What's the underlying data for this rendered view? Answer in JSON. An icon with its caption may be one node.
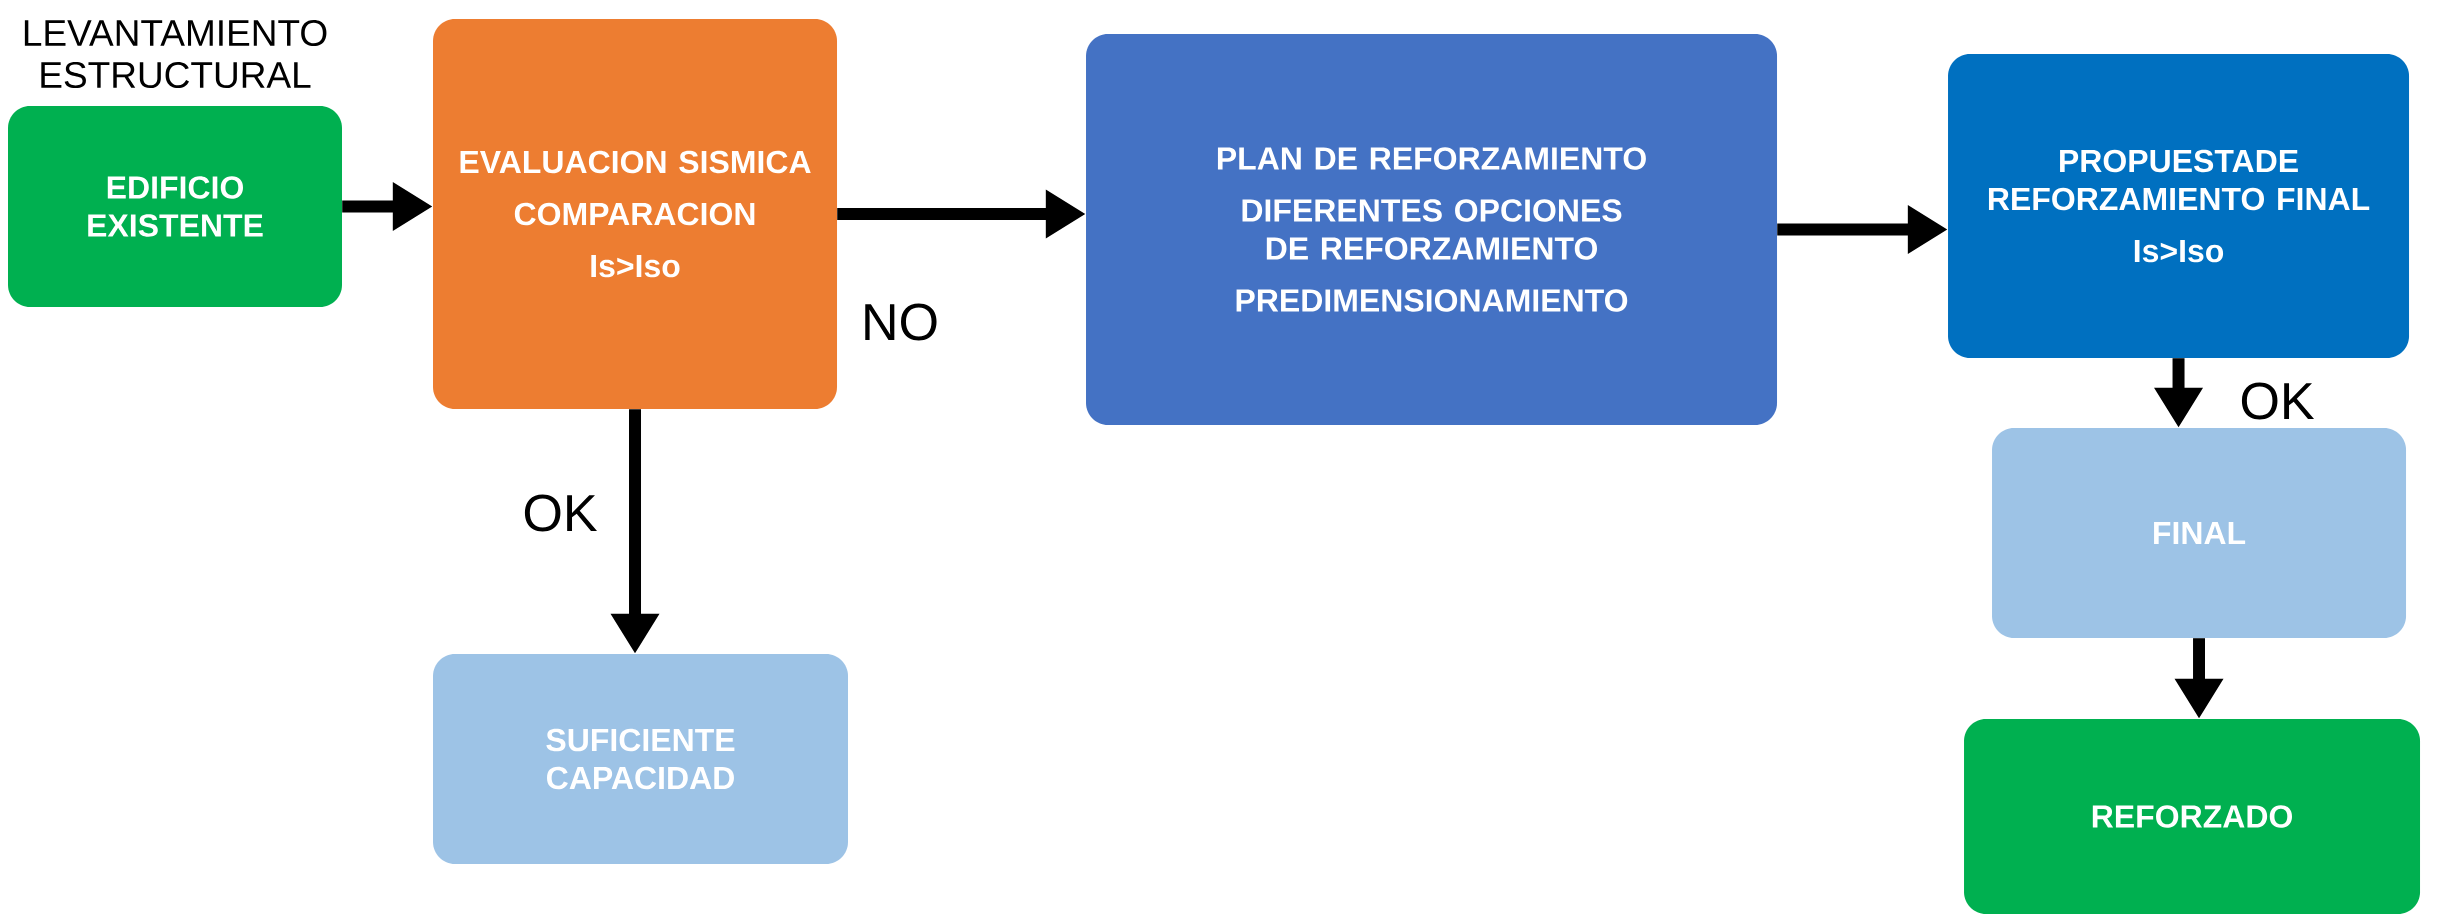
{
  "diagram": {
    "nodes": [
      {
        "text": [
          "EDIFICIO EXISTENTE"
        ],
        "beside": [
          "LEVANTAMIENTO ESTRUCTURAL"
        ]
      },
      {
        "text": [
          "EVALUACION SISMICA",
          "COMPARACION",
          "Is>Iso"
        ]
      },
      {
        "text": [
          "PLAN DE REFORZAMIENTO",
          "DIFERENTES OPCIONES DE REFORZAMIENTO",
          "PREDIMENSIONAMIENTO"
        ]
      },
      {
        "text": [
          "PROPUESTADE REFORZAMIENTO FINAL",
          "Is>Iso"
        ]
      },
      {
        "text": [
          "SUFICIENTE CAPACIDAD"
        ]
      },
      {
        "text": [
          "FINAL"
        ]
      },
      {
        "text": [
          "REFORZADO"
        ]
      }
    ],
    "edges": [
      {
        "from": 0,
        "to": 1,
        "arrow": "to"
      },
      {
        "from": 1,
        "to": 2,
        "arrow": "to",
        "label": "NO"
      },
      {
        "from": 1,
        "to": 4,
        "arrow": "to",
        "label": "OK"
      },
      {
        "from": 2,
        "to": 3,
        "arrow": "to"
      },
      {
        "from": 3,
        "to": 5,
        "arrow": "to",
        "label": "OK"
      },
      {
        "from": 5,
        "to": 6,
        "arrow": "to"
      }
    ]
  }
}
